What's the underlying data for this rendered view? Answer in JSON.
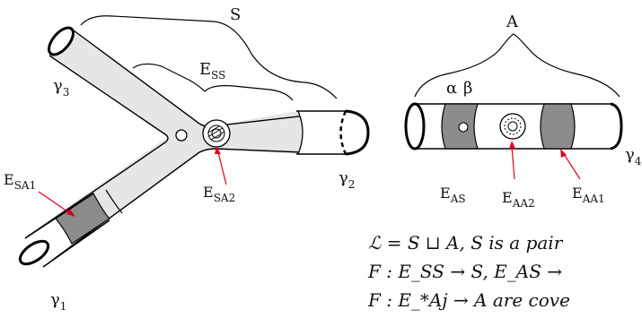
{
  "colors": {
    "tube_fill": "#e6e6e6",
    "band_fill": "#8c8c8c",
    "stroke": "#000000",
    "arrow": "#e0001b"
  },
  "labels": {
    "S": "S",
    "E_SS": {
      "base": "E",
      "sub": "SS"
    },
    "gamma3": {
      "base": "γ",
      "sub": "3"
    },
    "gamma2": {
      "base": "γ",
      "sub": "2"
    },
    "gamma1": {
      "base": "γ",
      "sub": "1"
    },
    "E_SA1": {
      "base": "E",
      "sub": "SA1"
    },
    "E_SA2": {
      "base": "E",
      "sub": "SA2"
    },
    "A": "A",
    "alpha": "α",
    "beta": "β",
    "gamma4": {
      "base": "γ",
      "sub": "4"
    },
    "E_AS": {
      "base": "E",
      "sub": "AS"
    },
    "E_AA2": {
      "base": "E",
      "sub": "AA2"
    },
    "E_AA1": {
      "base": "E",
      "sub": "AA1"
    }
  },
  "text_lines": [
    "ℒ = S ⊔ A, S is a pair",
    "F : E_SS → S,  E_AS →",
    "F : E_*Aj → A are cove"
  ]
}
